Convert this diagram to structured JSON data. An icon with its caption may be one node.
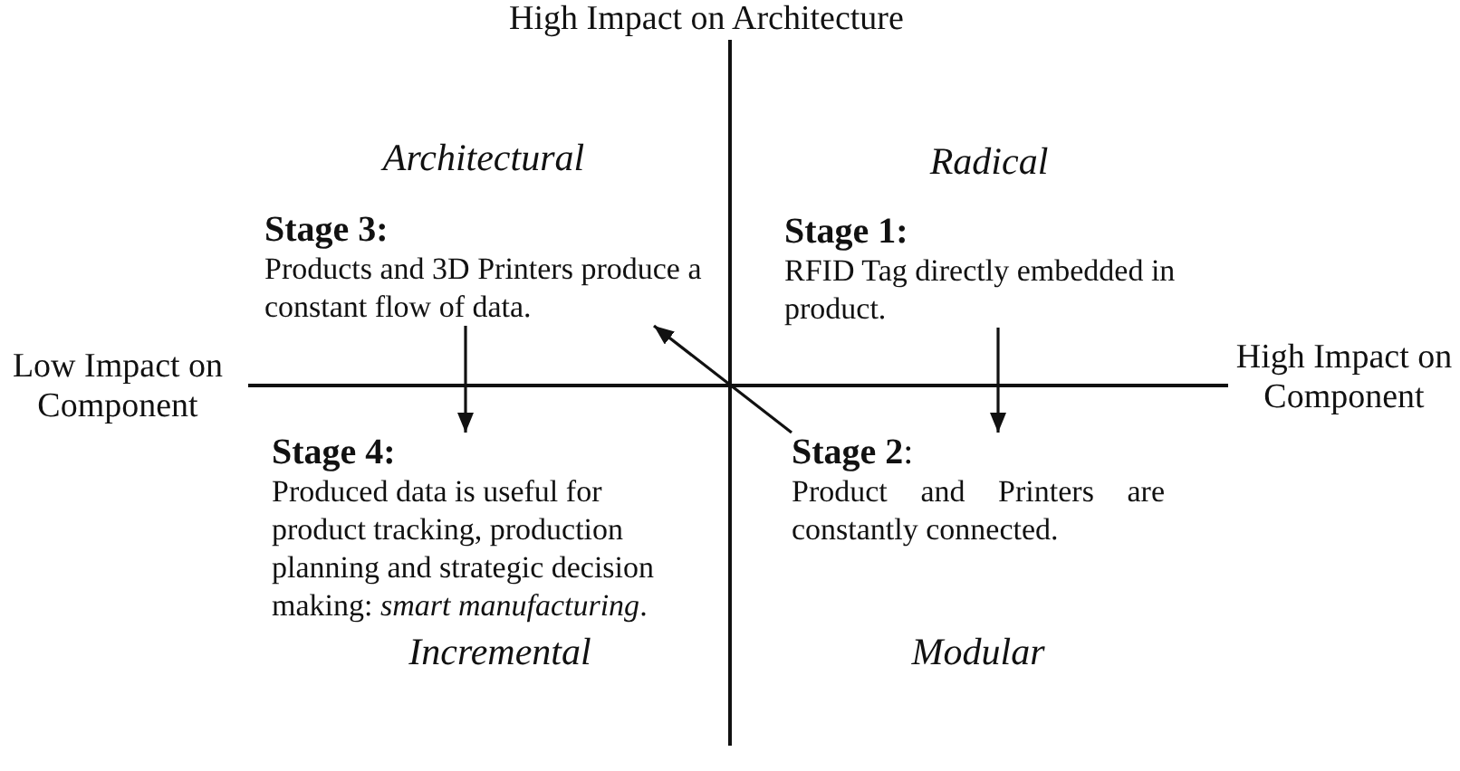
{
  "diagram": {
    "nodes": [
      {
        "text": [
          "Stage 3:",
          "Products and 3D Printers produce a constant flow of data."
        ]
      },
      {
        "text": [
          "Stage 1:",
          "RFID Tag directly embedded in product."
        ]
      },
      {
        "text": [
          "Stage 4:",
          "Produced data is useful for product tracking, production planning and strategic decision making: *smart manufacturing*."
        ]
      },
      {
        "text": [
          "**Stage 2**:",
          "Product and Printers are constantly connected."
        ]
      }
    ],
    "edges": [
      {
        "from": 1,
        "to": 3,
        "arrow": "to"
      },
      {
        "from": 3,
        "to": 0,
        "arrow": "to"
      },
      {
        "from": 0,
        "to": 2,
        "arrow": "to"
      }
    ],
    "labels": [
      "High Impact on Architecture",
      "Architectural",
      "Radical",
      "Low Impact on Component",
      "High Impact on Component",
      "Incremental",
      "Modular"
    ]
  }
}
